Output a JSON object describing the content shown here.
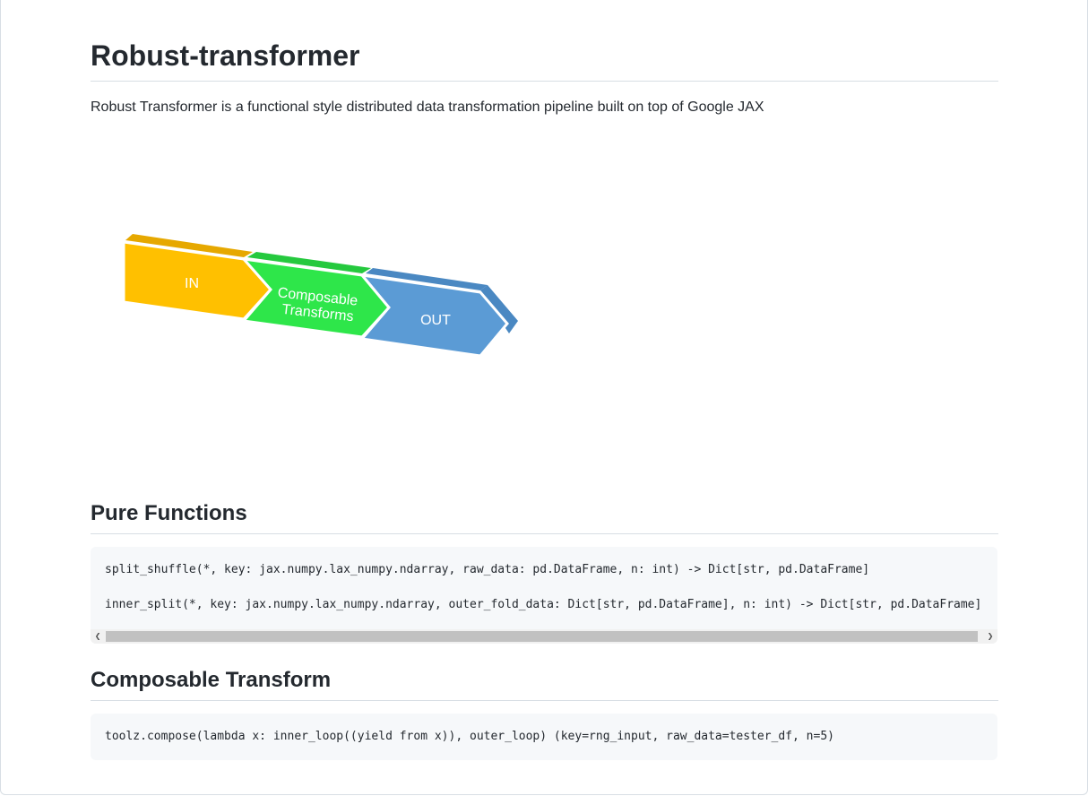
{
  "page": {
    "title": "Robust-transformer",
    "description": "Robust Transformer is a functional style distributed data transformation pipeline built on top of Google JAX"
  },
  "diagram": {
    "stages": [
      {
        "label": "IN",
        "color": "#ffc000"
      },
      {
        "label_line1": "Composable",
        "label_line2": "Transforms",
        "color": "#2ee64a"
      },
      {
        "label": "OUT",
        "color": "#5b9bd5"
      }
    ]
  },
  "sections": {
    "pure_functions": {
      "heading": "Pure Functions",
      "lines": [
        "split_shuffle(*, key: jax.numpy.lax_numpy.ndarray, raw_data: pd.DataFrame, n: int) -> Dict[str, pd.DataFrame]",
        "inner_split(*, key: jax.numpy.lax_numpy.ndarray, outer_fold_data: Dict[str, pd.DataFrame], n: int) -> Dict[str, pd.DataFrame]"
      ],
      "scroll_left_icon": "chevron-left-icon",
      "scroll_right_icon": "chevron-right-icon"
    },
    "composable_transform": {
      "heading": "Composable Transform",
      "line": "toolz.compose(lambda x: inner_loop((yield from x)), outer_loop) (key=rng_input, raw_data=tester_df, n=5)"
    }
  }
}
